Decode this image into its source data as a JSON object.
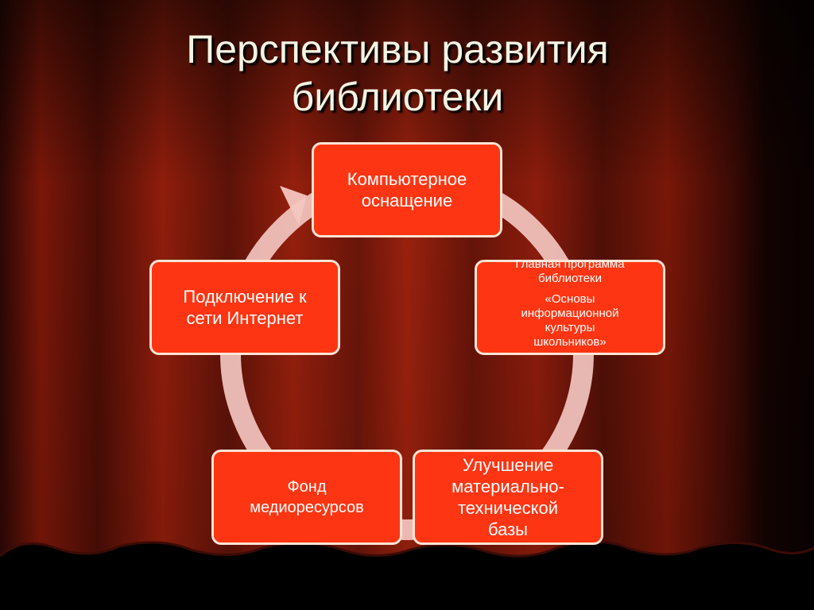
{
  "title": {
    "line1": "Перспективы развития",
    "line2": "библиотеки"
  },
  "nodes": {
    "computer": {
      "line1": "Компьютерное",
      "line2": "оснащение"
    },
    "program": {
      "line1": "Главная программа",
      "line2": "библиотеки",
      "quote1": "«Основы",
      "quote2": "информационной",
      "quote3": "культуры",
      "quote4": "школьников»"
    },
    "material": {
      "line1": "Улучшение",
      "line2": "материально-",
      "line3": "технической",
      "line4": "базы"
    },
    "media": {
      "line1": "Фонд",
      "line2": "медиоресурсов"
    },
    "internet": {
      "line1": "Подключение к",
      "line2": "сети Интернет"
    }
  },
  "colors": {
    "node_fill": "#fd3512",
    "node_border": "#fbe4d4",
    "ring": "#f3c6c0",
    "curtain_red": "#8a1a0c",
    "curtain_dark": "#1a0503"
  }
}
